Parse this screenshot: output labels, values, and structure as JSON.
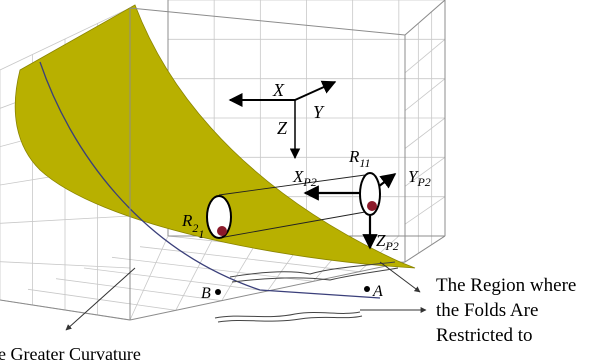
{
  "colors": {
    "surface": "#b8b000",
    "surface_edge": "#8a8400",
    "grid": "#c8c8c8",
    "frame": "#8c8c8c",
    "axis": "#000000",
    "marker_fill": "#8b1a2a",
    "curve": "#3a3f7a"
  },
  "frame_axes": {
    "x": "X",
    "y": "Y",
    "z": "Z"
  },
  "probe_axes": {
    "x": "X",
    "x_sub": "P2",
    "y": "Y",
    "y_sub": "P2",
    "z": "Z",
    "z_sub": "P2"
  },
  "points": {
    "r11_main": "R",
    "r11_sub": "11",
    "r21_main": "R",
    "r21_sub_a": "2",
    "r21_sub_b": "1",
    "a": "A",
    "b": "B"
  },
  "captions": {
    "fold_region_line1": "The Region where",
    "fold_region_line2": "the Folds Are",
    "fold_region_line3": "Restricted to",
    "greater_curvature": "e Greater Curvature"
  }
}
